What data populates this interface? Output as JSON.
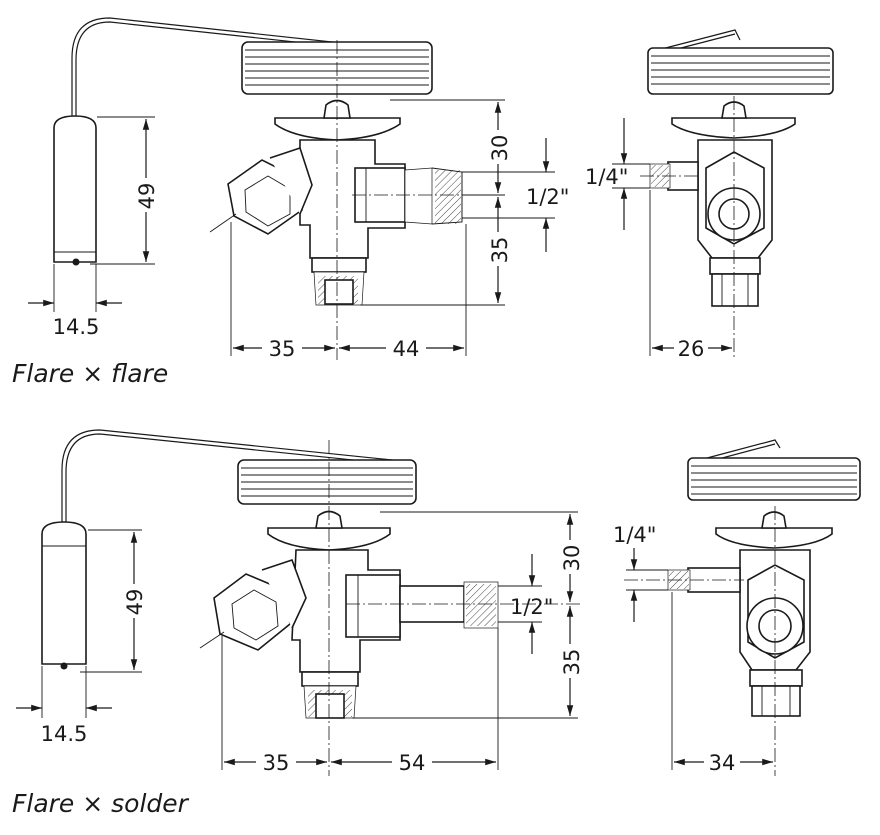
{
  "top_view": {
    "caption": "Flare × flare",
    "dims": {
      "bulb_height": "49",
      "bulb_width": "14.5",
      "left_offset": "35",
      "right_offset": "44",
      "upper_height": "30",
      "lower_height": "35",
      "outlet_size": "1/2\"",
      "equalizer_size": "1/4\"",
      "side_width": "26"
    }
  },
  "bottom_view": {
    "caption": "Flare × solder",
    "dims": {
      "bulb_height": "49",
      "bulb_width": "14.5",
      "left_offset": "35",
      "right_offset": "54",
      "upper_height": "30",
      "lower_height": "35",
      "outlet_size": "1/2\"",
      "equalizer_size": "1/4\"",
      "side_width": "34"
    }
  }
}
